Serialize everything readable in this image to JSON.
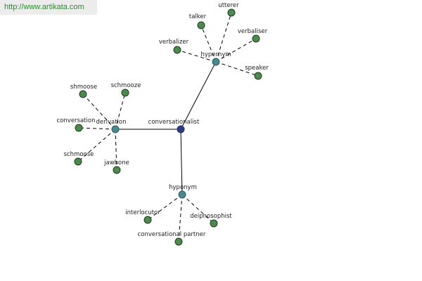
{
  "watermark": "http://www.artikata.com",
  "colors": {
    "leaf": "#4e8a4e",
    "hub": "#4a8a8e",
    "center": "#2c3c84",
    "outline": "#1e3a1e"
  },
  "graph": {
    "center": "conversationalist",
    "hubs": [
      {
        "label": "hypernym",
        "children": [
          "talker",
          "utterer",
          "verbaliser",
          "verbalizer",
          "speaker"
        ]
      },
      {
        "label": "derivation",
        "children": [
          "shmoose",
          "schmooze",
          "conversation",
          "schmoose",
          "jawbone"
        ]
      },
      {
        "label": "hyponym",
        "children": [
          "interlocutor",
          "deipnosophist",
          "conversational partner"
        ]
      }
    ]
  }
}
